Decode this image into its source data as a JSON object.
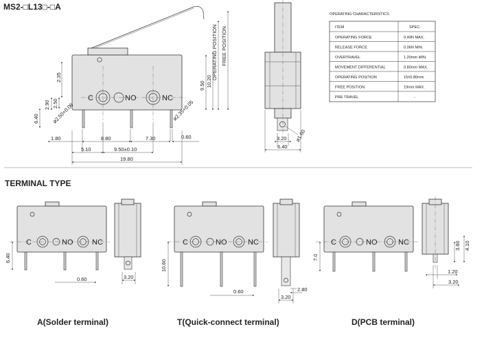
{
  "model": {
    "label": "MS2-□L13□-□A"
  },
  "characteristics": {
    "title": "OPERATING CHARACTERISTICS",
    "headers": [
      "ITEM",
      "SPEC."
    ],
    "rows": [
      [
        "OPERATING FORCE",
        "0.49N MAX."
      ],
      [
        "RELEASE FORCE",
        "0.06N MIN."
      ],
      [
        "OVERTRAVEL",
        "1.20mm MIN."
      ],
      [
        "MOVEMENT DIFFERENTIAL",
        "0.80mm MAX."
      ],
      [
        "OPERATING POSITION",
        "15±0.80mm"
      ],
      [
        "FREE POSITION",
        "19mm MAX."
      ],
      [
        "PRE TRAVEL",
        "-"
      ]
    ]
  },
  "main_drawing": {
    "pos_labels": {
      "operating": "OPERATING POSITION",
      "free": "FREE POSITION"
    },
    "terminals": {
      "c": "C",
      "no": "NO",
      "nc": "NC"
    },
    "dims": {
      "d235": "2.35",
      "d290": "2.90",
      "d250": "2.50",
      "d640": "6.40",
      "d950": "9.50",
      "d1020": "10.20",
      "hole_left": "ø2.50+0.06",
      "hole_right": "ø2.35+0.05",
      "d180": "1.80",
      "d880": "8.80",
      "d730": "7.30",
      "d060": "0.60",
      "d510": "5.10",
      "d950b": "9.50±0.10",
      "d1980": "19.80",
      "side_320": "3.20",
      "side_640": "6.40",
      "side_160": "ø1.60"
    }
  },
  "terminal_type": {
    "heading": "TERMINAL TYPE",
    "variants": [
      {
        "caption": "A(Solder terminal)",
        "d_a": "6.40",
        "d_b": "0.60",
        "d_c": "3.20"
      },
      {
        "caption": "T(Quick-connect terminal)",
        "d_a": "10.60",
        "d_b": "0.60",
        "d_c": "2.80",
        "d_d": "3.20"
      },
      {
        "caption": "D(PCB terminal)",
        "d_a": "7.0",
        "d_b": "3.60",
        "d_c": "4.10",
        "d_d": "1.20",
        "d_e": "3.20"
      }
    ]
  }
}
